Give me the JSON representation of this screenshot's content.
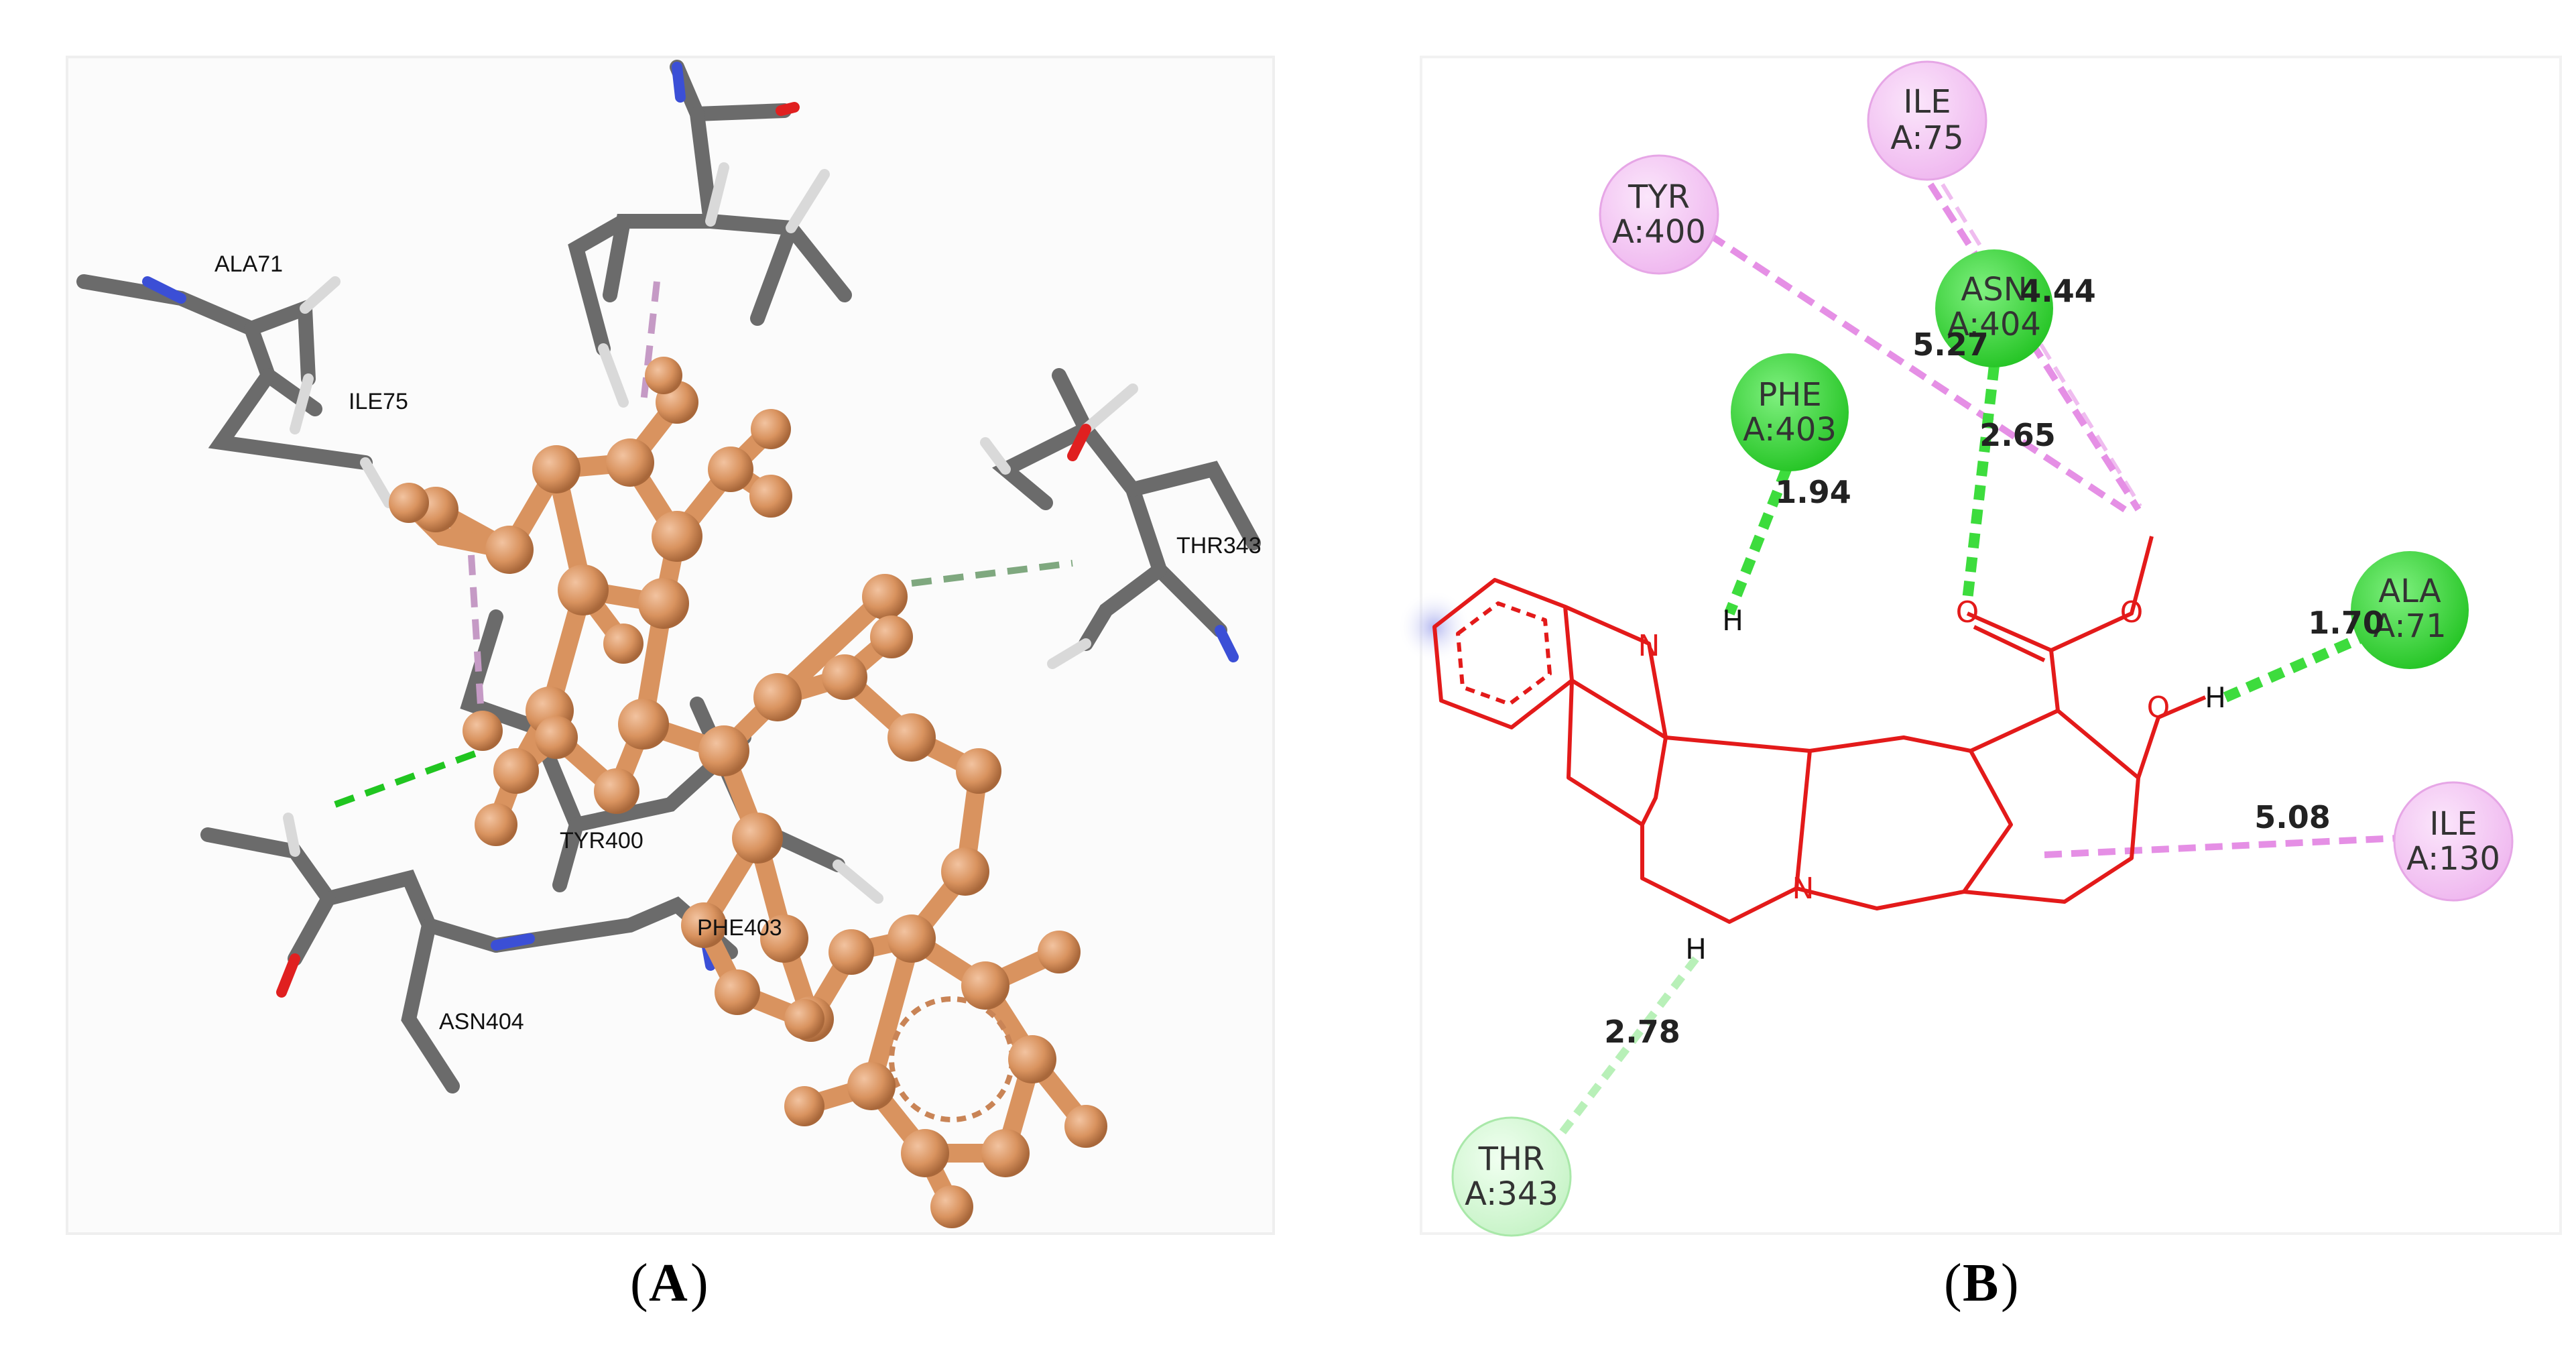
{
  "panels": {
    "a_label": "A",
    "b_label": "B"
  },
  "panel_a": {
    "residue_labels": [
      "ALA71",
      "ILE75",
      "THR343",
      "TYR400",
      "ASN404",
      "PHE403"
    ]
  },
  "panel_b": {
    "residues": [
      {
        "name": "ILE",
        "id": "A:75",
        "type": "alkyl"
      },
      {
        "name": "TYR",
        "id": "A:400",
        "type": "alkyl"
      },
      {
        "name": "ASN",
        "id": "A:404",
        "type": "hbond"
      },
      {
        "name": "PHE",
        "id": "A:403",
        "type": "hbond"
      },
      {
        "name": "ALA",
        "id": "A:71",
        "type": "hbond"
      },
      {
        "name": "ILE",
        "id": "A:130",
        "type": "alkyl"
      },
      {
        "name": "THR",
        "id": "A:343",
        "type": "carbon-hbond"
      }
    ],
    "distances": [
      "4.44",
      "5.27",
      "2.65",
      "1.94",
      "1.70",
      "5.08",
      "2.78"
    ],
    "atoms": {
      "n1": "N",
      "n2": "N",
      "o1": "O",
      "o2": "O",
      "o3": "O",
      "h1": "H",
      "h2": "H",
      "h3": "H"
    }
  },
  "colors": {
    "hbond": "#3ddc3d",
    "alkyl": "#e58fe5",
    "carbon_hbond": "#b8f0b8",
    "ligand_2d": "#e31a1a",
    "ligand_3d": "#d9935f",
    "stick": "#6b6b6b"
  }
}
